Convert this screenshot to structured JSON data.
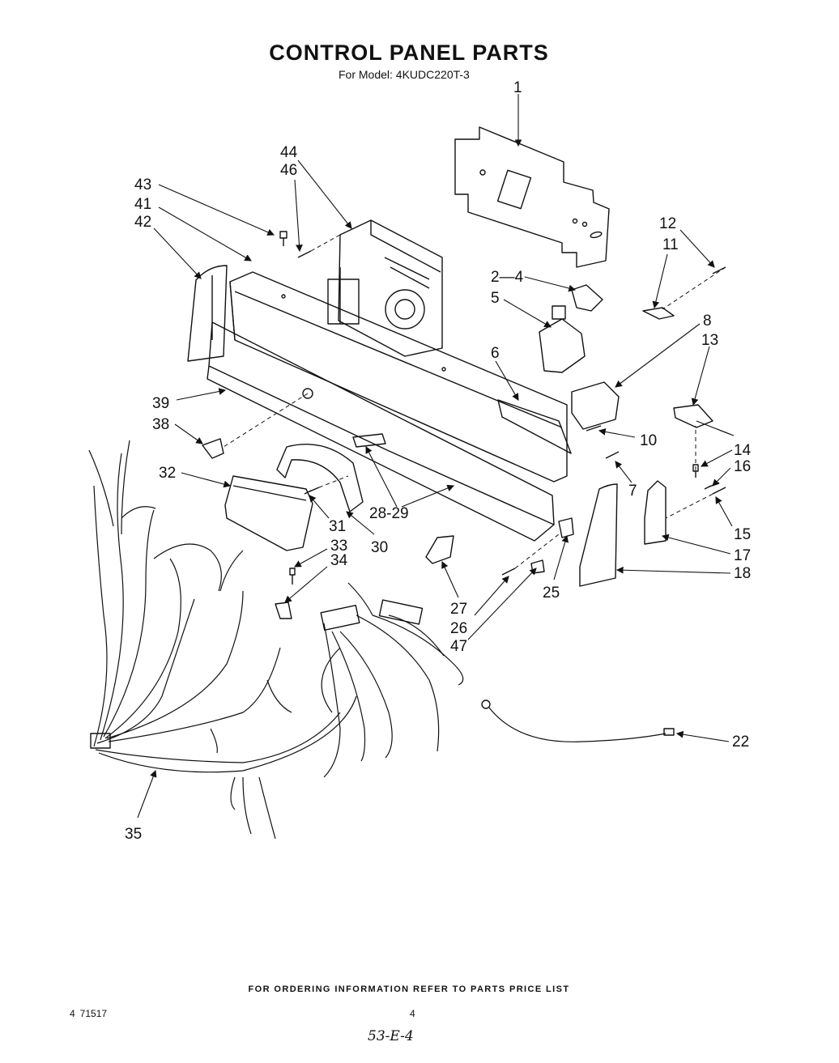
{
  "title": "CONTROL PANEL PARTS",
  "subtitle": "For Model: 4KUDC220T-3",
  "callouts": [
    {
      "id": "c1",
      "label": "1"
    },
    {
      "id": "c2-4",
      "label": "2—4"
    },
    {
      "id": "c5",
      "label": "5"
    },
    {
      "id": "c6",
      "label": "6"
    },
    {
      "id": "c7",
      "label": "7"
    },
    {
      "id": "c8",
      "label": "8"
    },
    {
      "id": "c10",
      "label": "10"
    },
    {
      "id": "c11",
      "label": "11"
    },
    {
      "id": "c12",
      "label": "12"
    },
    {
      "id": "c13",
      "label": "13"
    },
    {
      "id": "c14",
      "label": "14"
    },
    {
      "id": "c15",
      "label": "15"
    },
    {
      "id": "c16",
      "label": "16"
    },
    {
      "id": "c17",
      "label": "17"
    },
    {
      "id": "c18",
      "label": "18"
    },
    {
      "id": "c22",
      "label": "22"
    },
    {
      "id": "c25",
      "label": "25"
    },
    {
      "id": "c26",
      "label": "26"
    },
    {
      "id": "c27",
      "label": "27"
    },
    {
      "id": "c28-29",
      "label": "28-29"
    },
    {
      "id": "c30",
      "label": "30"
    },
    {
      "id": "c31",
      "label": "31"
    },
    {
      "id": "c32",
      "label": "32"
    },
    {
      "id": "c33",
      "label": "33"
    },
    {
      "id": "c34",
      "label": "34"
    },
    {
      "id": "c35",
      "label": "35"
    },
    {
      "id": "c38",
      "label": "38"
    },
    {
      "id": "c39",
      "label": "39"
    },
    {
      "id": "c41",
      "label": "41"
    },
    {
      "id": "c42",
      "label": "42"
    },
    {
      "id": "c43",
      "label": "43"
    },
    {
      "id": "c44",
      "label": "44"
    },
    {
      "id": "c46",
      "label": "46"
    },
    {
      "id": "c47",
      "label": "47"
    }
  ],
  "footer": {
    "note": "FOR ORDERING INFORMATION REFER TO PARTS PRICE LIST",
    "doc_number": "4 71517",
    "page_number": "4",
    "handwritten": "53-E-4"
  }
}
